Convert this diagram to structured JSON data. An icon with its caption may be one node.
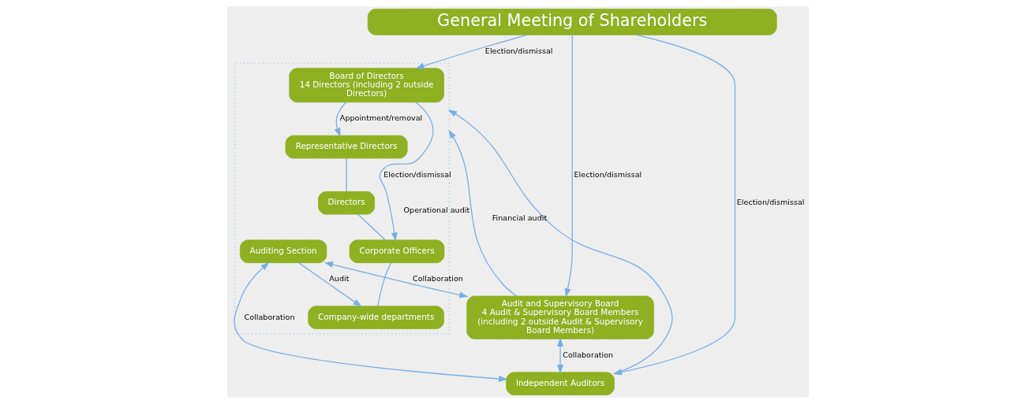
{
  "diagram": {
    "nodes": [
      {
        "text": [
          "General Meeting of Shareholders"
        ]
      },
      {
        "text": [],
        "shape": "box"
      },
      {
        "text": [
          "Board of Directors",
          "14 Directors (including 2 outside Directors)"
        ],
        "in": 1
      },
      {
        "text": [
          "Representative Directors"
        ],
        "in": 1
      },
      {
        "text": [
          "Directors"
        ],
        "in": 1
      },
      {
        "text": [
          "Corporate Officers"
        ],
        "in": 1
      },
      {
        "text": [
          "Company-wide departments"
        ],
        "in": 1
      },
      {
        "text": [
          "Auditing Section"
        ],
        "in": 1
      },
      {
        "text": [
          "Audit and Supervisory Board",
          "4 Audit & Supervisory Board Members (including 2 outside Audit & Supervisory Board Members)"
        ]
      },
      {
        "text": [
          "Independent Auditors"
        ]
      }
    ],
    "edges": [
      {
        "from": 0,
        "to": 2,
        "arrow": "to",
        "label": "Election/dismissal"
      },
      {
        "from": 0,
        "to": 8,
        "arrow": "to",
        "label": "Election/dismissal"
      },
      {
        "from": 0,
        "to": 9,
        "arrow": "to",
        "label": "Election/dismissal"
      },
      {
        "from": 2,
        "to": 3,
        "arrow": "to",
        "label": "Appointment/removal"
      },
      {
        "from": 3,
        "to": 4,
        "arrow": "none"
      },
      {
        "from": 4,
        "to": 5,
        "arrow": "none"
      },
      {
        "from": 5,
        "to": 6,
        "arrow": "none"
      },
      {
        "from": 2,
        "to": 5,
        "arrow": "to",
        "label": "Election/dismissal"
      },
      {
        "from": 7,
        "to": 6,
        "arrow": "to",
        "label": "Audit"
      },
      {
        "from": 8,
        "to": 1,
        "arrow": "to",
        "label": "Operational audit"
      },
      {
        "from": 7,
        "to": 8,
        "arrow": "both",
        "label": "Collaboration"
      },
      {
        "from": 8,
        "to": 9,
        "arrow": "both",
        "label": "Collaboration"
      },
      {
        "from": 9,
        "to": 1,
        "arrow": "to",
        "label": "Financial audit"
      },
      {
        "from": 7,
        "to": 9,
        "arrow": "both",
        "label": "Collaboration"
      }
    ]
  }
}
